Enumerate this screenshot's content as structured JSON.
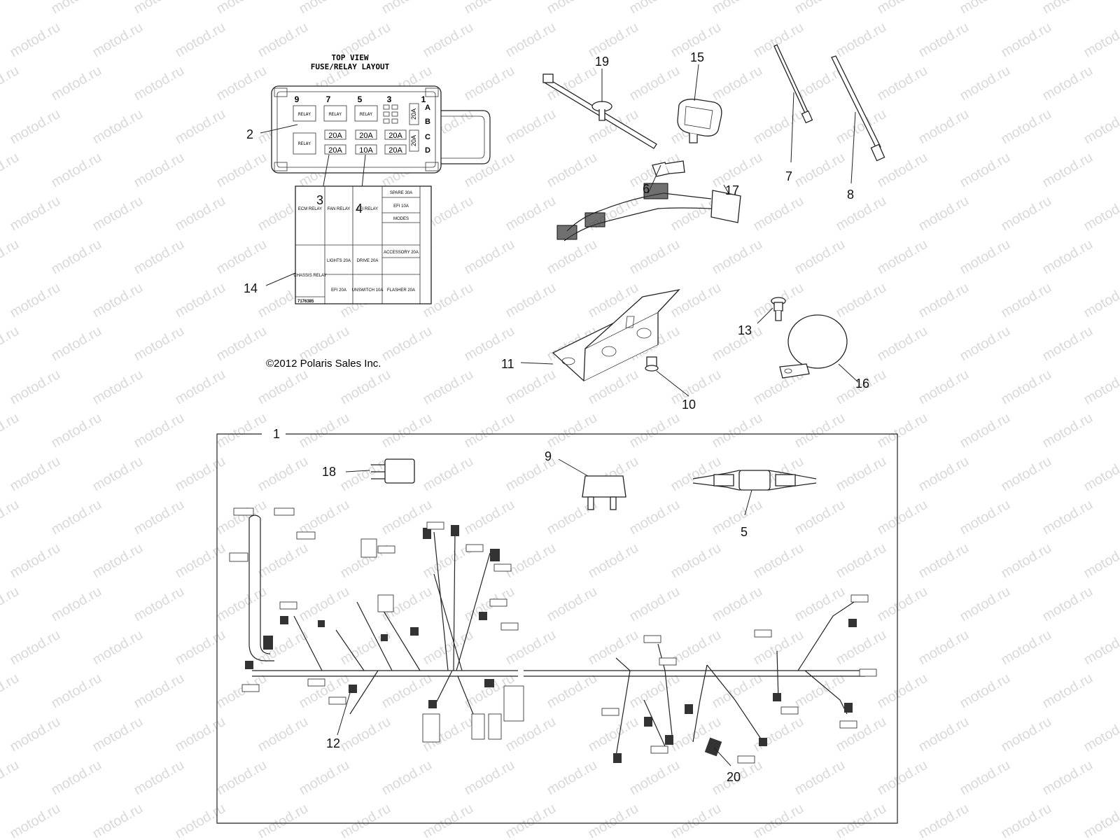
{
  "watermark": "motod.ru",
  "fuse_box": {
    "title_line1": "TOP VIEW",
    "title_line2": "FUSE/RELAY LAYOUT",
    "position_numbers": [
      "9",
      "7",
      "5",
      "3",
      "1"
    ],
    "row_letters": [
      "A",
      "B",
      "C",
      "D"
    ],
    "relay_label": "RELAY",
    "fuse_row1": [
      "20A",
      "20A",
      "20A"
    ],
    "fuse_row2": [
      "20A",
      "10A",
      "20A"
    ],
    "side_fuses": [
      "20A",
      "20A"
    ]
  },
  "fuse_label": {
    "cells": [
      "ECM RELAY",
      "FAN RELAY",
      "EFI RELAY",
      "SPARE 30A",
      "EFI 10A",
      "MODES",
      "CHASSIS RELAY",
      "LIGHTS 20A",
      "DRIVE 20A",
      "ACCESSORY 20A",
      "EFI 20A",
      "UNSWITCH 10A",
      "FLASHER 20A"
    ],
    "part_number": "7176385"
  },
  "copyright": "©2012 Polaris Sales Inc.",
  "callouts": [
    "1",
    "2",
    "3",
    "4",
    "5",
    "6",
    "7",
    "8",
    "9",
    "10",
    "11",
    "12",
    "13",
    "14",
    "15",
    "16",
    "17",
    "18",
    "19",
    "20"
  ]
}
